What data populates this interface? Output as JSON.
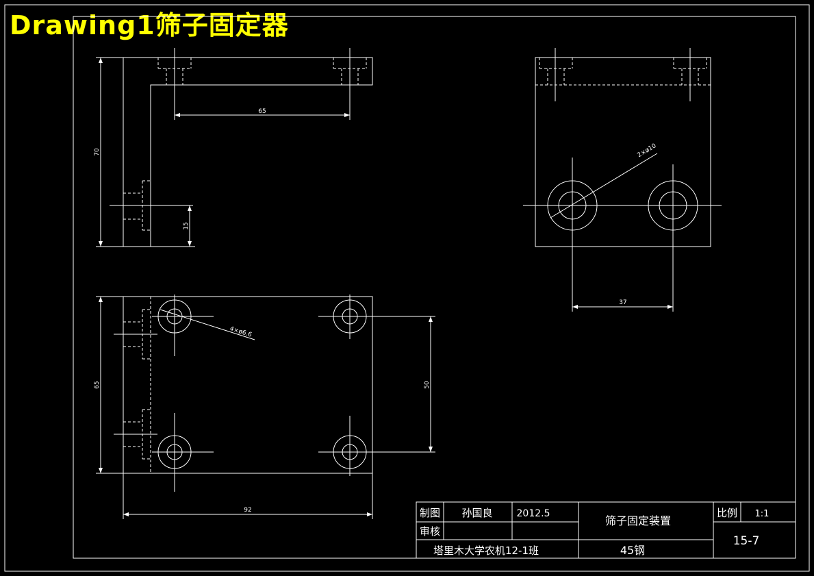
{
  "title": "Drawing1筛子固定器",
  "colors": {
    "background": "#000000",
    "lines": "#ffffff",
    "title": "#ffff00"
  },
  "views": {
    "front": {
      "dim_horizontal": "65",
      "dim_vertical": "70",
      "dim_small": "15"
    },
    "side": {
      "hole_note": "2×ø10",
      "dim_horizontal": "37"
    },
    "top": {
      "hole_note": "4×ø6.6",
      "dim_vertical_left": "65",
      "dim_vertical_right": "50",
      "dim_horizontal": "92"
    }
  },
  "title_block": {
    "drawn_label": "制图",
    "drawn_by": "孙国良",
    "date": "2012.5",
    "check_label": "审核",
    "school": "塔里木大学农机12-1班",
    "part_name": "筛子固定装置",
    "material": "45钢",
    "scale_label": "比例",
    "scale": "1:1",
    "drawing_no": "15-7"
  }
}
